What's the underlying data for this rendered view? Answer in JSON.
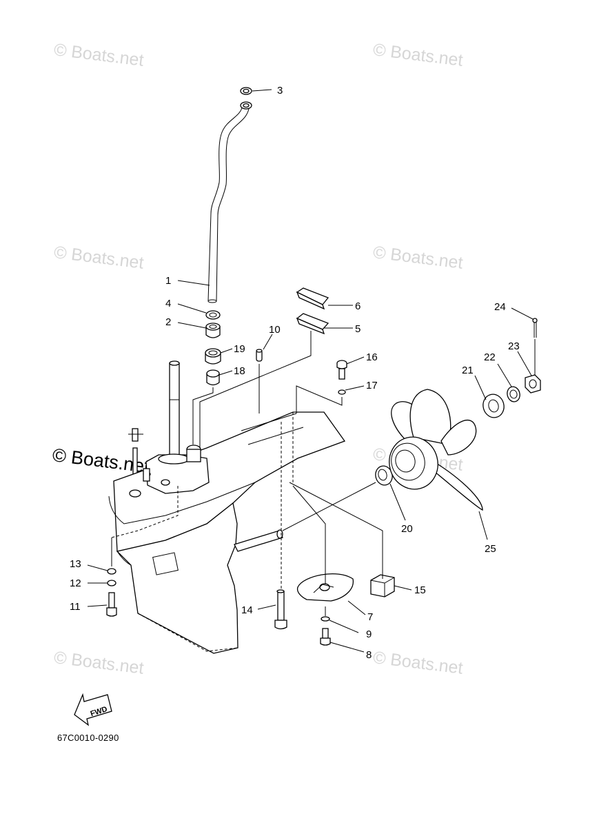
{
  "diagram": {
    "drawing_code": "67C0010-0290",
    "direction_label": "FWD",
    "watermarks": [
      "© Boats.net",
      "© Boats.net",
      "© Boats.net",
      "© Boats.net",
      "© Boats.net",
      "© Boats.net",
      "© Boats.net",
      "© Boats.net"
    ],
    "callouts": [
      "1",
      "2",
      "3",
      "4",
      "5",
      "6",
      "7",
      "8",
      "9",
      "10",
      "11",
      "12",
      "13",
      "14",
      "15",
      "16",
      "17",
      "18",
      "19",
      "20",
      "21",
      "22",
      "23",
      "24",
      "25"
    ]
  }
}
